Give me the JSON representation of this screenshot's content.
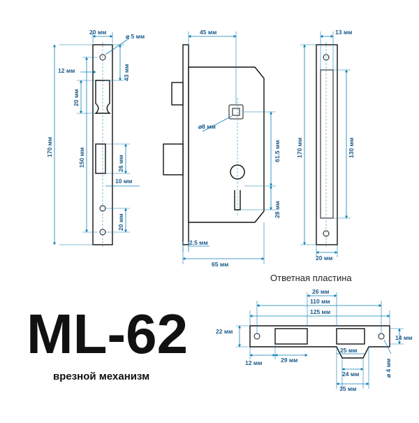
{
  "product": {
    "model": "ML-62",
    "description": "врезной механизм"
  },
  "strike_plate": {
    "title": "Ответная пластина"
  },
  "dimensions": {
    "front_view": {
      "width": "20 мм",
      "hole_diameter": "⌀ 5 мм",
      "top_hole_offset": "43 мм",
      "latch_inset": "12 мм",
      "latch_height": "20 мм",
      "total_height": "170 мм",
      "inner_height": "150 мм",
      "bolt_height": "26 мм",
      "bolt_width": "10 мм",
      "bottom_offset": "20 мм"
    },
    "side_view": {
      "backset": "45 мм",
      "spindle": "⌀8 мм",
      "center_distance": "61.5 мм",
      "cylinder_height": "28 мм",
      "faceplate_thickness": "2.5 мм",
      "body_depth": "65 мм"
    },
    "back_view": {
      "top_width": "13 мм",
      "total_height": "170 мм",
      "inner_height": "130 мм",
      "bottom_width": "20 мм"
    },
    "strike_view": {
      "d26": "26 мм",
      "d110": "110 мм",
      "d125": "125 мм",
      "height": "22 мм",
      "lip": "14 мм",
      "left_offset": "12 мм",
      "window1": "29 мм",
      "window2": "25 мм",
      "tab": "24 мм",
      "tab_total": "35 мм",
      "hole": "⌀ 4 мм"
    }
  },
  "colors": {
    "dimension_line": "#0e7fb5",
    "dimension_text": "#1a5a8a",
    "outline": "#111111"
  }
}
